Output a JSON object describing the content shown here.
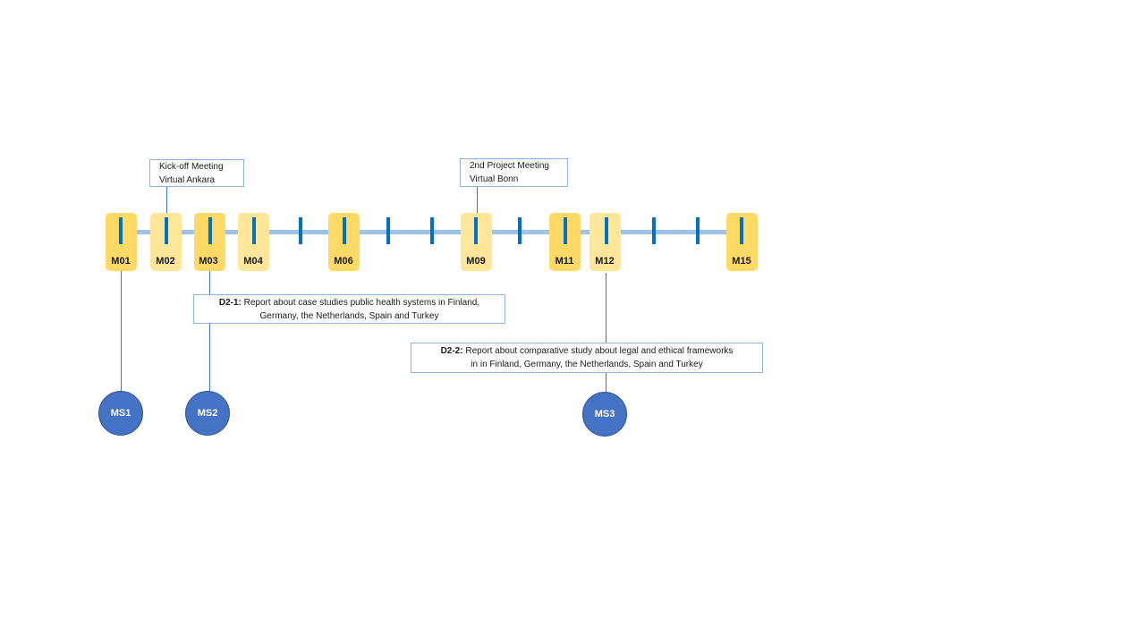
{
  "timeline": {
    "months": [
      {
        "label": "M01"
      },
      {
        "label": "M02"
      },
      {
        "label": "M03"
      },
      {
        "label": "M04"
      },
      {
        "label": "M06"
      },
      {
        "label": "M09"
      },
      {
        "label": "M11"
      },
      {
        "label": "M12"
      },
      {
        "label": "M15"
      }
    ]
  },
  "meetings": [
    {
      "line1": "Kick-off Meeting",
      "line2": "Virtual Ankara"
    },
    {
      "line1": "2nd Project Meeting",
      "line2": "Virtual Bonn"
    }
  ],
  "deliverables": [
    {
      "code": "D2-1:",
      "line1": " Report about case studies public health systems in Finland,",
      "line2": "Germany, the Netherlands, Spain and Turkey"
    },
    {
      "code": "D2-2:",
      "line1": " Report about comparative study about legal and ethical frameworks",
      "line2": "in in Finland, Germany, the Netherlands, Spain and Turkey"
    }
  ],
  "milestones": [
    {
      "label": "MS1"
    },
    {
      "label": "MS2"
    },
    {
      "label": "MS3"
    }
  ],
  "colors": {
    "axis": "#9dc3e6",
    "tick": "#0070c0",
    "month_box_strong": "#ffd966",
    "month_box_light": "#ffe699",
    "milestone": "#4472c4"
  }
}
